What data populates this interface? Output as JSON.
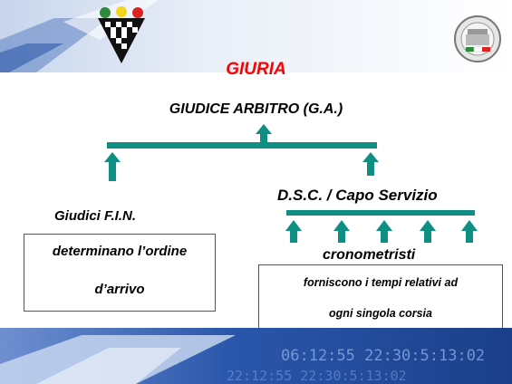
{
  "slide": {
    "title": "GIURIA",
    "head": "GIUDICE  ARBITRO (G.A.)",
    "left_label": "Giudici  F.I.N.",
    "left_box_line1": "determinano l’ordine",
    "left_box_line2": "d’arrivo",
    "right_label": "D.S.C.  /  Capo  Servizio",
    "right_sub_label": "cronometristi",
    "right_box_line1": "forniscono i tempi relativi ad",
    "right_box_line2": "ogni singola corsia",
    "footer_time_1": "06:12:55   22:30:5:13:02",
    "footer_time_2": "22:12:55   22:30:5:13:02"
  },
  "logos": {
    "left_logo": "fin-logo",
    "right_logo": "federation-emblem"
  },
  "colors": {
    "title": "#ff0000",
    "arrow": "#0f8f84",
    "deco_blue": "#1f4e9e",
    "deco_light": "#b9cbe8"
  }
}
